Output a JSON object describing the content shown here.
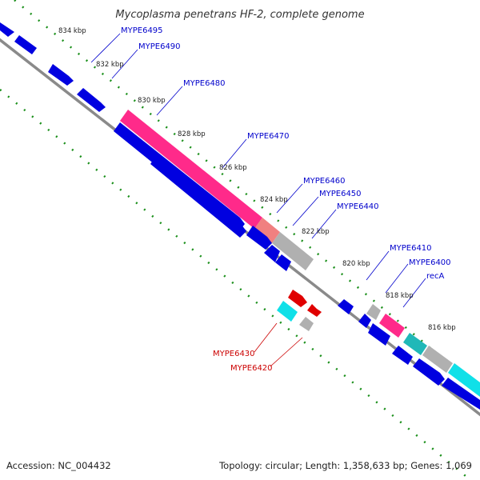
{
  "title": "Mycoplasma penetrans HF-2, complete genome",
  "footer": {
    "accession": "Accession: NC_004432",
    "summary": "Topology: circular; Length: 1,358,633 bp; Genes: 1,069"
  },
  "colors": {
    "backbone": "#8a8a8a",
    "tick": "#1a8f1a",
    "forward_label": "#0000cc",
    "reverse_label": "#cc0000",
    "blue_gene": "#0000e0",
    "pink_gene": "#ff2a8a",
    "salmon_gene": "#f08080",
    "gray_gene": "#b0b0b0",
    "cyan_gene": "#10e0e8",
    "teal_gene": "#20b8b8",
    "red_gene": "#e00000"
  },
  "kbp_markers": [
    "834 kbp",
    "832 kbp",
    "830 kbp",
    "828 kbp",
    "826 kbp",
    "824 kbp",
    "822 kbp",
    "820 kbp",
    "818 kbp",
    "816 kbp"
  ],
  "forward_labels": [
    "MYPE6495",
    "MYPE6490",
    "MYPE6480",
    "MYPE6470",
    "MYPE6460",
    "MYPE6450",
    "MYPE6440",
    "MYPE6410",
    "MYPE6400",
    "recA"
  ],
  "reverse_labels": [
    "MYPE6430",
    "MYPE6420"
  ]
}
